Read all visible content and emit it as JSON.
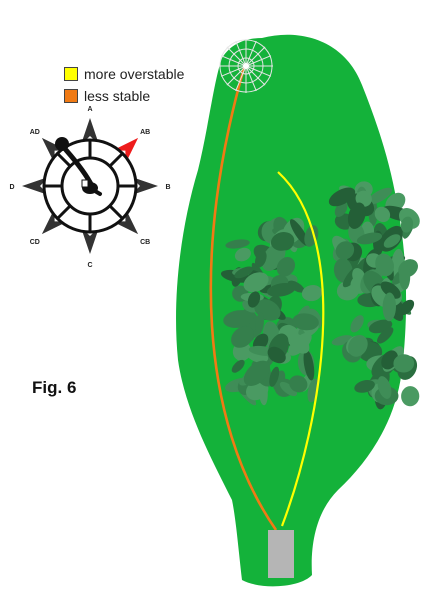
{
  "colors": {
    "fairway": "#14b23a",
    "fairway_edge": "#0f9c31",
    "trees": "#2e7a47",
    "more_overstable": "#ffff00",
    "less_stable": "#f07a14",
    "tee": "#b5b5b5",
    "basket": "#e6e6e6",
    "compass_highlight": "#ee1c1c"
  },
  "legend": [
    {
      "label": "more overstable",
      "color": "#ffff00"
    },
    {
      "label": "less stable",
      "color": "#f07a14"
    }
  ],
  "figure_label": "Fig. 6",
  "compass": {
    "directions": [
      "A",
      "AB",
      "B",
      "CB",
      "C",
      "CD",
      "D",
      "AD"
    ],
    "highlighted": "AB",
    "thrower_icon": "thrower-icon"
  },
  "icons": [
    "basket-icon",
    "tee-pad-icon",
    "tree-cluster-icon",
    "compass-icon"
  ]
}
